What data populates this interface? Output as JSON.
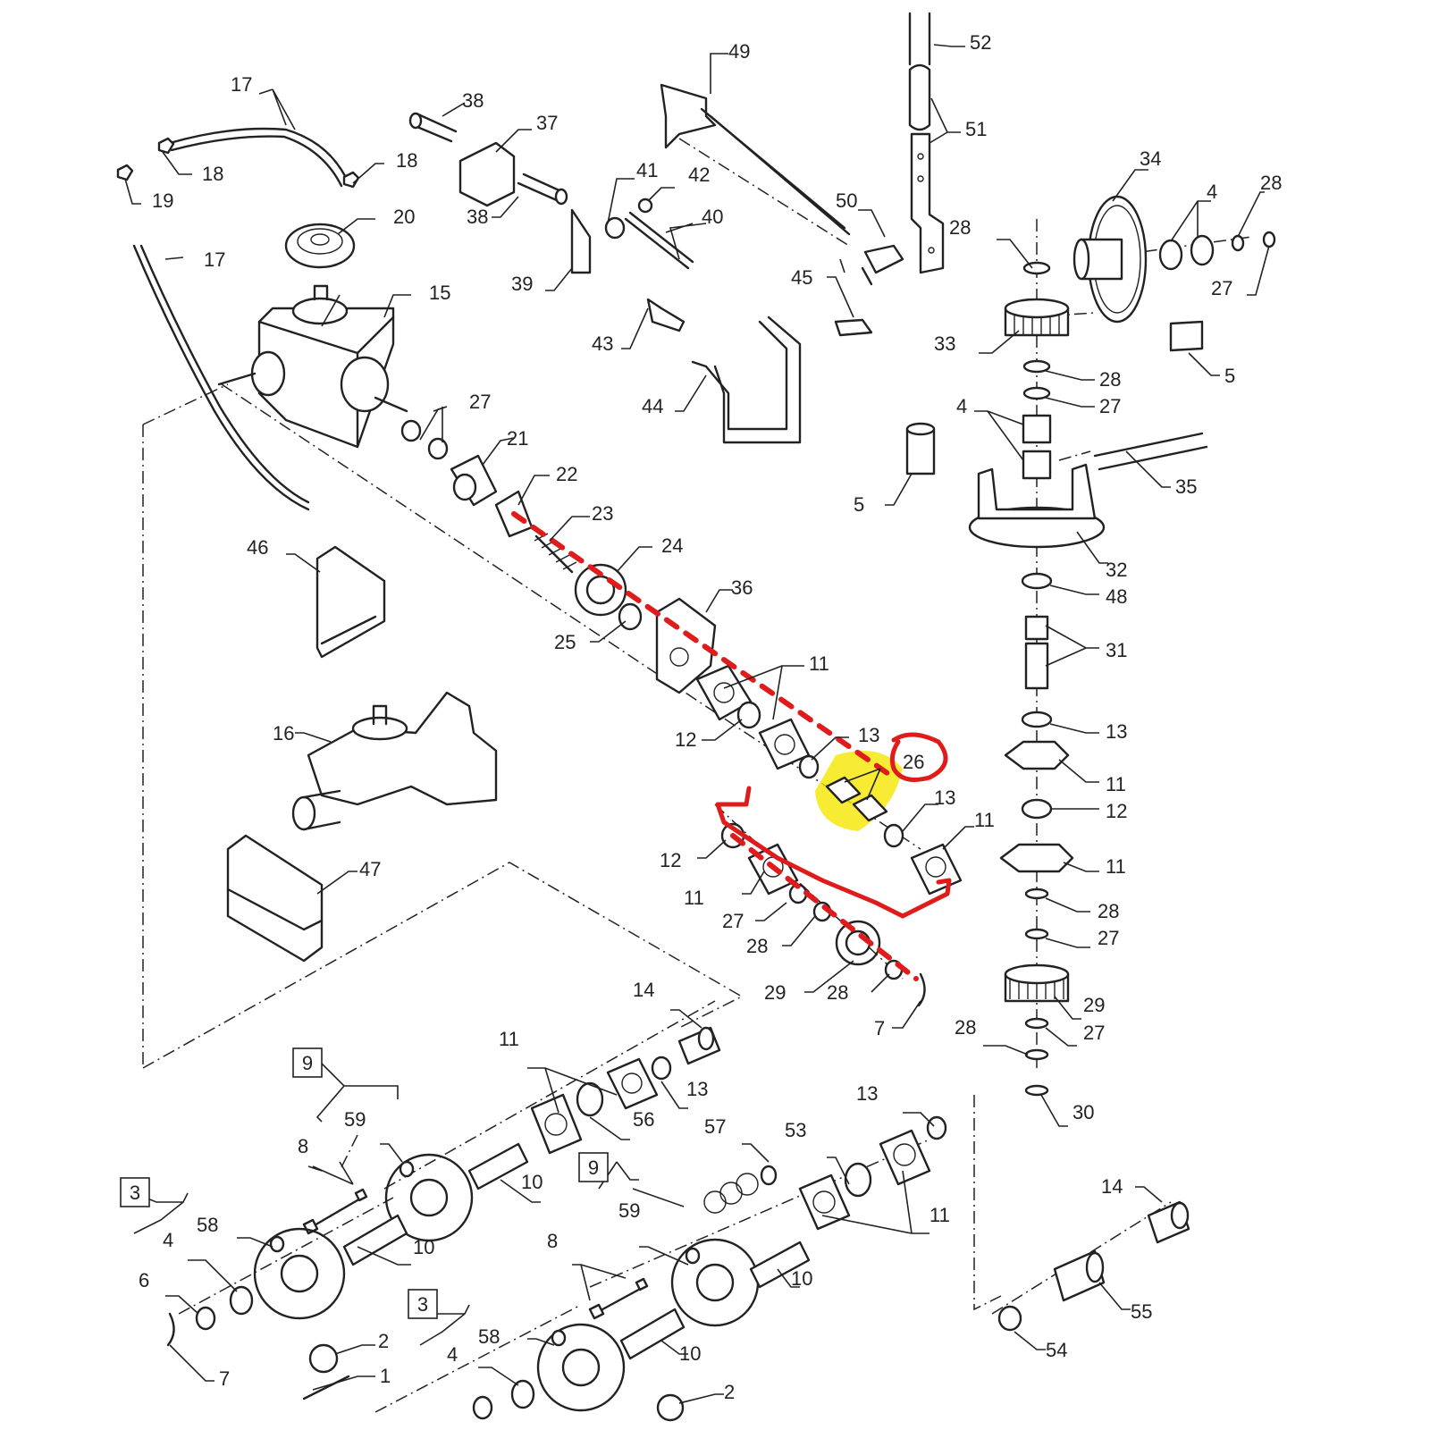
{
  "labels": [
    "1",
    "2",
    "3",
    "4",
    "5",
    "6",
    "7",
    "8",
    "9",
    "10",
    "11",
    "12",
    "13",
    "14",
    "15",
    "16",
    "17",
    "18",
    "19",
    "20",
    "21",
    "22",
    "23",
    "24",
    "25",
    "26",
    "27",
    "28",
    "29",
    "30",
    "31",
    "32",
    "33",
    "34",
    "35",
    "36",
    "37",
    "38",
    "39",
    "40",
    "41",
    "42",
    "43",
    "44",
    "45",
    "46",
    "47",
    "48",
    "49",
    "50",
    "51",
    "52",
    "53",
    "54",
    "55",
    "56",
    "57",
    "58",
    "59"
  ],
  "highlighted_part": "26",
  "colors": {
    "highlight": "#f5e600",
    "markup": "#e01b1b",
    "line": "#222222"
  }
}
